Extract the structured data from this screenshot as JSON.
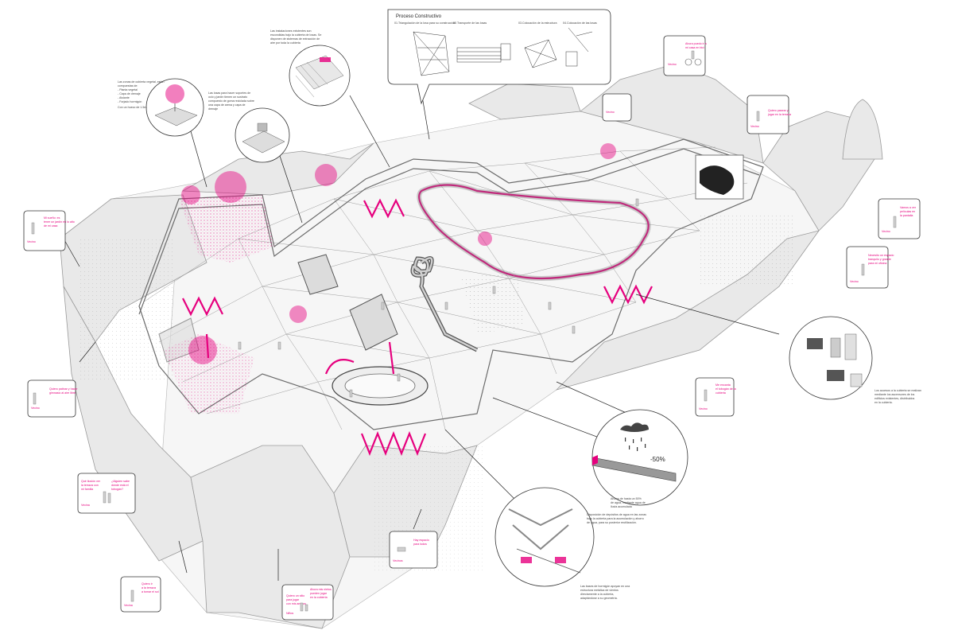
{
  "process_panel": {
    "title": "Proceso Constructivo",
    "steps": [
      "01.Triangulación de la losa para su construcción",
      "02.Transporte de las losas",
      "03.Colocación de la estructura",
      "04.Colocación de las losas"
    ]
  },
  "annotations": {
    "roof_layers": [
      "Las zonas de cubierta vegetal, están",
      "compuestas de:",
      "- Planta vegetal",
      "- Capa de drenaje",
      "- Aislante",
      "- Forjado hormigón",
      "Con un hueco de 1.5m."
    ],
    "slabs_note": [
      "Las losas para hacer soportes de",
      "ocio y jardín tienen un sustrato",
      "compuesto de goma reciclada sobre",
      "una capa de arena y capa de",
      "drenaje"
    ],
    "installations": [
      "Las instalaciones existentes son",
      "escondidas bajo la cubierta de losas. Se",
      "disponen de sistemas de extracción de",
      "aire por toda la cubierta"
    ],
    "rain_detail": [
      "Ahorro de hasta un 50%",
      "de agua, mediante agua de",
      "lluvia acumulada"
    ],
    "water_detail": [
      "Disposición de depósitos de agua en las zonas",
      "bajo la cubierta para la acumulación y ahorro",
      "de agua, para su posterior reutilización."
    ],
    "base_detail": [
      "Las bases de hormigón apoyan en una",
      "estructura metálica de vientos",
      "directamente a la cubierta,",
      "adaptándose a su geometría."
    ],
    "access_detail": [
      "Los accesos a la cubierta se realizan",
      "mediante los ascensores de los",
      "edificios existentes, distribuidos",
      "en la cubierta."
    ]
  },
  "detail_labels": {
    "rain_reduction": "-50%"
  },
  "speech": [
    {
      "quote": [
        "Mi sueño: es",
        "tener un jardín en lo alto",
        "de mi casa"
      ],
      "tag": "Vecino"
    },
    {
      "quote": [
        "Ahora puedo ir a",
        "mi casa en bici"
      ],
      "tag": "Vecino"
    },
    {
      "quote": [
        "Quiero pasear y",
        "jugar en la terraza"
      ],
      "tag": "Vecino"
    },
    {
      "quote": [
        "Quiero patinar y hacer",
        "gimnasio al aire libre"
      ],
      "tag": "Vecino"
    },
    {
      "quote": [
        "¿Alguien sabe",
        "dónde está el",
        "tobogán?"
      ],
      "tag": "Vecina"
    },
    {
      "quote": [
        "Vamos a ver",
        "películas en",
        "la pantalla"
      ],
      "tag": "Vecino"
    },
    {
      "quote": [
        "Necesito un espacio",
        "tranquilo y grande",
        "para mi oficina"
      ],
      "tag": "Vecino"
    },
    {
      "quote": [
        "Qué ilusión ver",
        "la terraza con",
        "mi familia"
      ],
      "tag": "Vecina"
    },
    {
      "quote": [
        "Me encanta",
        "el tobogán de la",
        "cubierta"
      ],
      "tag": "Vecino"
    },
    {
      "quote": [
        "Quiero ir",
        "a la terraza",
        "a tomar el sol"
      ],
      "tag": "Vecina"
    },
    {
      "quote": [
        "Ahora mis nietos",
        "pueden jugar",
        "en la cubierta"
      ],
      "tag": "Vecina"
    },
    {
      "quote": [
        "Quiero un sitio",
        "para jugar",
        "con mis amigos"
      ],
      "tag": "Niños"
    },
    {
      "quote": [
        "Hay espacio",
        "para todos"
      ],
      "tag": "Vecinos"
    }
  ]
}
